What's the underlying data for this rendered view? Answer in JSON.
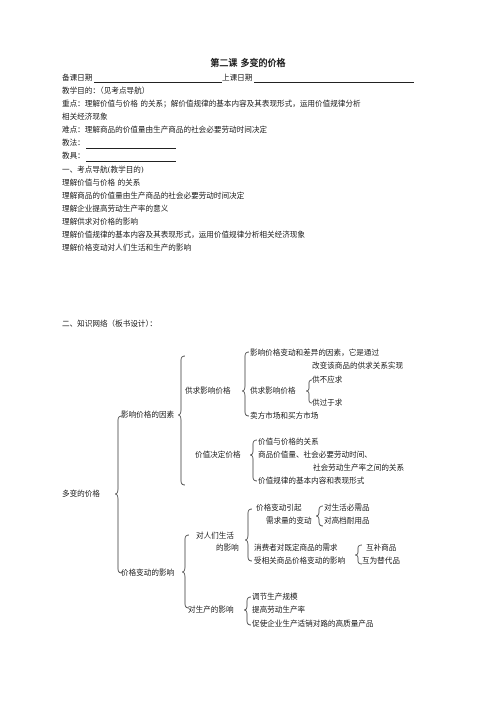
{
  "title": "第二课 多变的价格",
  "header": {
    "prep_date_label": "备课日期",
    "class_date_label": "上课日期",
    "objective": "教学目的：（见考点导航）",
    "key_point_1": "重点：理解价值与价格 的关系；解价值规律的基本内容及其表现形式，运用价值规律分析",
    "key_point_2": "相关经济现象",
    "difficulty": "难点：理解商品的价值量由生产商品的社会必要劳动时间决定",
    "method_label": "教法：",
    "tools_label": "教具："
  },
  "section1": {
    "heading": "一、考点导航(教学目的)",
    "items": [
      "理解价值与价格 的关系",
      "理解商品的价值量由生产商品的社会必要劳动时间决定",
      "理解企业提高劳动生产率的意义",
      "理解供求对价格的影响",
      "理解价值规律的基本内容及其表现形式，运用价值规律分析相关经济现象",
      "理解价格变动对人们生活和生产的影响"
    ]
  },
  "section2": {
    "heading": "二、知识网络（板书设计）：",
    "root": "多变的价格",
    "factors": "影响价格的因素",
    "supply": "供求影响价格",
    "supply_items": {
      "a1": "影响价格变动和差异的因素，它是通过",
      "a2": "改变该商品的供求关系实现",
      "b": "供求影响价格",
      "b1": "供不应求",
      "b2": "供过于求",
      "c": "卖方市场和买方市场"
    },
    "value": "价值决定价格",
    "value_items": {
      "a": "价值与价格的关系",
      "b": "商品价值量、社会必要劳动时间、",
      "b2": "社会劳动生产率之间的关系",
      "c": "价值规律的基本内容和表现形式"
    },
    "effects": "价格变动的影响",
    "life_1": "对人们生活",
    "life_2": "的影响",
    "life_items": {
      "a": "价格变动引起",
      "a2": "需求量的变动",
      "a_r1": "对生活必需品",
      "a_r2": "对高档耐用品",
      "b": "消费者对既定商品的需求",
      "b2": "受相关商品价格变动的影响",
      "b_r1": "互补商品",
      "b_r2": "互为替代品"
    },
    "production": "对生产的影响",
    "production_items": [
      "调节生产规模",
      "提高劳动生产率",
      "促使企业生产适销对路的高质量产品"
    ]
  }
}
